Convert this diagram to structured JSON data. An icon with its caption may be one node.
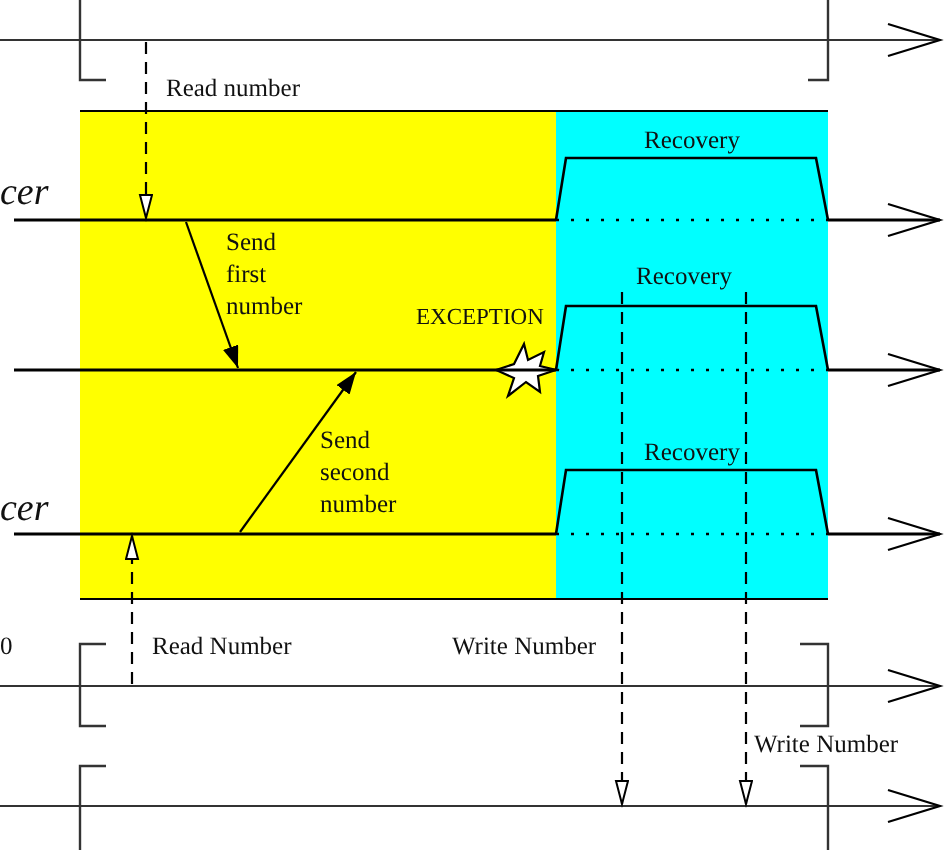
{
  "diagram": {
    "nodes": [
      {
        "text": [],
        "shape": "line"
      },
      {
        "text": [
          "Recovery"
        ]
      },
      {
        "text": [],
        "shape": "line"
      },
      {
        "text": [
          "Recovery"
        ]
      },
      {
        "text": [],
        "shape": "star"
      },
      {
        "text": [],
        "shape": "line"
      },
      {
        "text": [
          "Recovery"
        ]
      },
      {
        "text": [],
        "shape": "line"
      },
      {
        "text": [],
        "shape": "line"
      },
      {
        "text": [],
        "shape": "line"
      }
    ],
    "edges": [
      {
        "from": 0,
        "to": 2,
        "arrow": "to",
        "label": "Read number",
        "style": "dashed"
      },
      {
        "from": 2,
        "to": 5,
        "arrow": "to",
        "label": "Send first number"
      },
      {
        "from": 7,
        "to": 5,
        "arrow": "to",
        "label": "Send second number"
      },
      {
        "from": 8,
        "to": 7,
        "arrow": "to",
        "label": "Read Number",
        "style": "dashed"
      },
      {
        "from": 3,
        "to": 9,
        "arrow": "to",
        "label": "Write Number",
        "style": "dashed"
      },
      {
        "from": 3,
        "to": 9,
        "arrow": "to",
        "label": "Write Number",
        "style": "dashed"
      }
    ],
    "labels": [
      "cer",
      "EXCEPTION",
      "cer",
      "0"
    ]
  }
}
